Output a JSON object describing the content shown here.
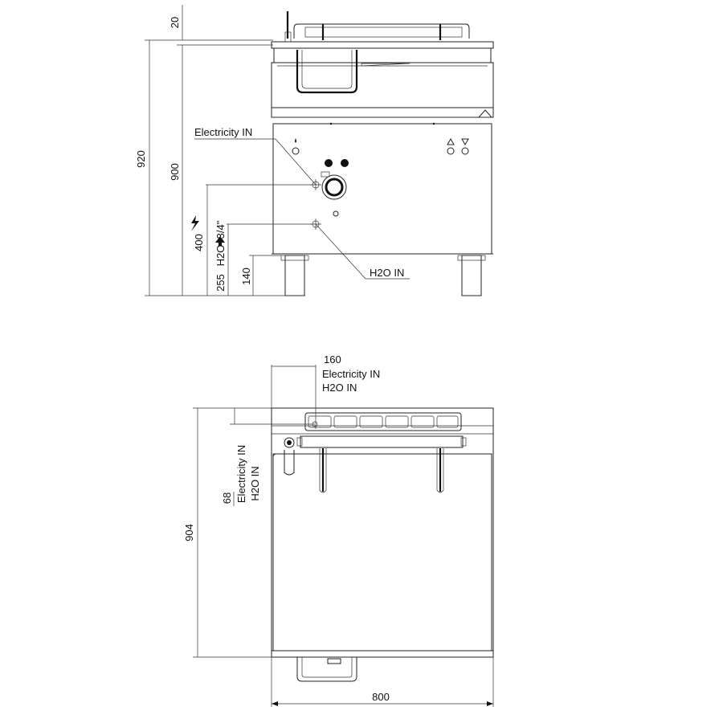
{
  "labels": {
    "electricity_in": "Electricity IN",
    "h2o_in": "H2O IN"
  },
  "front_view": {
    "dim_top_gap": "20",
    "dim_total_height": "920",
    "dim_body_height": "900",
    "dim_electric_height": "400",
    "dim_water_height": "255",
    "water_connection_label": "H2O",
    "water_fitting_size": "3/4\"",
    "dim_leg_height": "140"
  },
  "top_view": {
    "dim_connection_offset": "160",
    "dim_depth": "904",
    "dim_connection_inset": "68",
    "dim_width": "800"
  },
  "icons": {
    "electricity": "lightning-bolt-icon",
    "water_arrow": "arrow-up-icon",
    "indicator_drop": "water-drop-icon",
    "indicator_up": "triangle-up-icon",
    "indicator_down": "triangle-down-icon"
  }
}
